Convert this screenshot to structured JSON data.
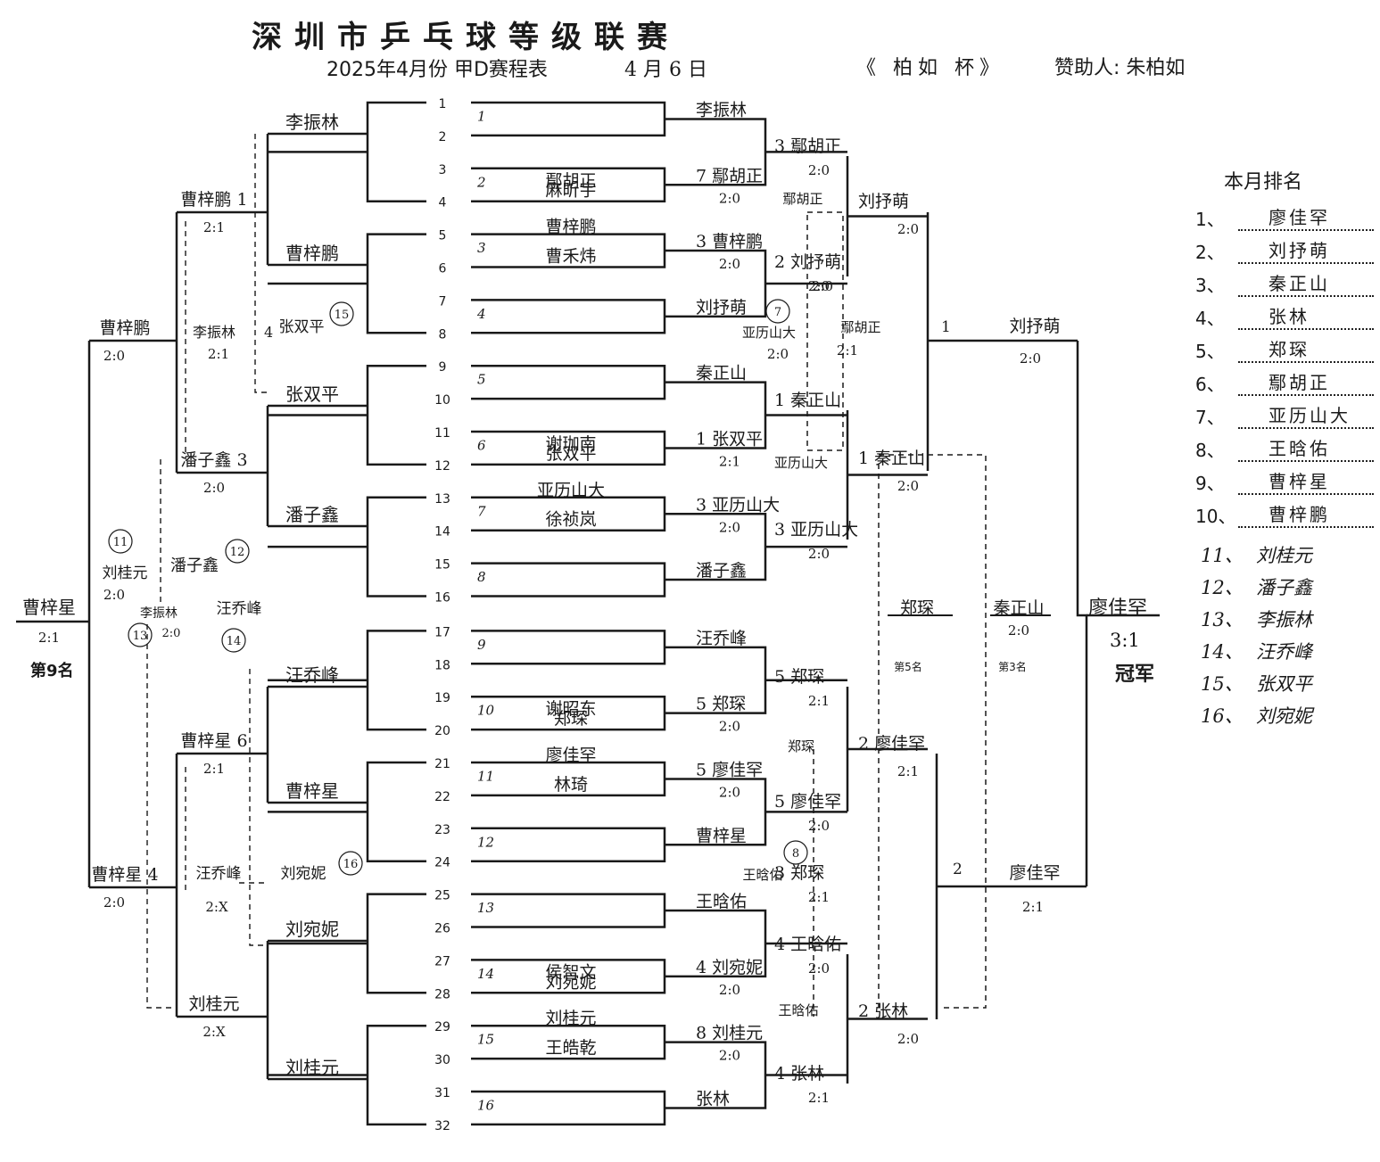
{
  "header": {
    "title": "深圳市乒乓球等级联赛",
    "subtitle": "2025年4月份 甲D赛程表",
    "date": "4 月 6 日",
    "cup": "《 柏如 杯》",
    "sponsor": "赞助人: 朱柏如"
  },
  "slots": [
    "1",
    "2",
    "3",
    "4",
    "5",
    "6",
    "7",
    "8",
    "9",
    "10",
    "11",
    "12",
    "13",
    "14",
    "15",
    "16",
    "17",
    "18",
    "19",
    "20",
    "21",
    "22",
    "23",
    "24",
    "25",
    "26",
    "27",
    "28",
    "29",
    "30",
    "31",
    "32"
  ],
  "r1": {
    "players": [
      "",
      "",
      "鄢胡正",
      "麻昕宇",
      "曹梓鹏",
      "曹禾炜",
      "",
      "",
      "",
      "",
      "谢珈南",
      "张双平",
      "亚历山大",
      "徐祯岚",
      "",
      "",
      "",
      "",
      "谢昭东",
      "郑琛",
      "廖佳罕",
      "林琦",
      "",
      "",
      "",
      "",
      "侯智文",
      "刘宛妮",
      "刘桂元",
      "王皓乾",
      "",
      ""
    ],
    "seeds": [
      "1",
      "2",
      "3",
      "4",
      "5",
      "6",
      "7",
      "8",
      "9",
      "10",
      "11",
      "12",
      "13",
      "14",
      "15",
      "16"
    ]
  },
  "r2": {
    "winners": [
      "李振林",
      "鄢胡正",
      "曹梓鹏",
      "刘抒萌",
      "秦正山",
      "张双平",
      "亚历山大",
      "潘子鑫",
      "汪乔峰",
      "郑琛",
      "廖佳罕",
      "曹梓星",
      "王晗佑",
      "刘宛妮",
      "刘桂元",
      "张林"
    ],
    "marks": [
      "",
      "7",
      "3",
      "",
      "",
      "1",
      "3",
      "",
      "",
      "5",
      "5",
      "",
      "",
      "4",
      "8",
      ""
    ],
    "scores": [
      "",
      "2:0",
      "2:0",
      "",
      "",
      "2:1",
      "2:0",
      "",
      "",
      "2:0",
      "2:0",
      "",
      "",
      "2:0",
      "2:0",
      ""
    ]
  },
  "r3": {
    "winners": [
      "鄢胡正",
      "刘抒萌",
      "秦正山",
      "亚历山大",
      "郑琛",
      "廖佳罕",
      "郑琛",
      "王晗佑",
      "张林"
    ],
    "marks": [
      "3",
      "2",
      "1",
      "3",
      "5",
      "5",
      "3",
      "4",
      "4"
    ],
    "scores": [
      "2:0",
      "2:0",
      "",
      "2:0",
      "2:1",
      "2:0",
      "2:1",
      "2:0",
      "2:1"
    ],
    "circles": [
      "7",
      "8"
    ]
  },
  "r4": {
    "winners": [
      "刘抒萌",
      "秦正山",
      "廖佳罕",
      "张林"
    ],
    "marks": [
      "",
      "1",
      "2",
      "2"
    ],
    "scores": [
      "2:0",
      "2:0",
      "2:1",
      "2:0"
    ]
  },
  "semis": {
    "top_winner": "刘抒萌",
    "top_mark": "1",
    "top_score": "2:0",
    "bottom_winner": "廖佳罕",
    "bottom_mark": "2",
    "bottom_score": "2:1"
  },
  "final": {
    "champion": "廖佳罕",
    "score": "3:1",
    "label": "冠军"
  },
  "placement_center": {
    "fifth_name": "郑琛",
    "fifth_label": "第5名",
    "third_name": "秦正山",
    "third_score": "2:0",
    "third_label": "第3名",
    "side_names": [
      "鄢胡正",
      "鄢胡正",
      "亚历山大",
      "亚历山大",
      "郑琛",
      "王晗佑",
      "王晗佑"
    ],
    "side_scores": [
      "2:0",
      "2:1",
      "2:0"
    ]
  },
  "left": {
    "l1": [
      "李振林",
      "曹梓鹏",
      "张双平",
      "潘子鑫",
      "汪乔峰",
      "曹梓星",
      "刘宛妮",
      "刘桂元"
    ],
    "l1_marks": [
      "",
      "",
      "",
      "",
      "",
      "",
      "",
      ""
    ],
    "l2": [
      "曹梓鹏",
      "潘子鑫",
      "曹梓星",
      "刘桂元"
    ],
    "l2_marks": [
      "1",
      "3",
      "6",
      ""
    ],
    "l2_scores": [
      "2:1",
      "2:0",
      "2:1",
      "2:X"
    ],
    "l3": [
      "曹梓鹏",
      "曹梓星"
    ],
    "l3_marks": [
      "",
      "4"
    ],
    "l3_scores": [
      "2:0",
      "2:0"
    ],
    "l4": "曹梓星",
    "l4_score": "2:1",
    "l4_label": "第9名",
    "dash_names": [
      "李振林",
      "张双平",
      "刘桂元",
      "潘子鑫",
      "李振林",
      "汪乔峰",
      "汪乔峰",
      "刘宛妮"
    ],
    "dash_marks": [
      "4",
      "15",
      "11",
      "12",
      "13",
      "14",
      "16",
      "2:0",
      "2:1",
      "2:0",
      "2:X"
    ]
  },
  "monthly_ranking": {
    "title": "本月排名",
    "rows": [
      {
        "num": "1、",
        "name": "廖佳罕"
      },
      {
        "num": "2、",
        "name": "刘抒萌"
      },
      {
        "num": "3、",
        "name": "秦正山"
      },
      {
        "num": "4、",
        "name": "张林"
      },
      {
        "num": "5、",
        "name": "郑琛"
      },
      {
        "num": "6、",
        "name": "鄢胡正"
      },
      {
        "num": "7、",
        "name": "亚历山大"
      },
      {
        "num": "8、",
        "name": "王晗佑"
      },
      {
        "num": "9、",
        "name": "曹梓星"
      },
      {
        "num": "10、",
        "name": "曹梓鹏"
      }
    ],
    "rows2": [
      {
        "num": "11、",
        "name": "刘桂元"
      },
      {
        "num": "12、",
        "name": "潘子鑫"
      },
      {
        "num": "13、",
        "name": "李振林"
      },
      {
        "num": "14、",
        "name": "汪乔峰"
      },
      {
        "num": "15、",
        "name": "张双平"
      },
      {
        "num": "16、",
        "name": "刘宛妮"
      }
    ]
  }
}
